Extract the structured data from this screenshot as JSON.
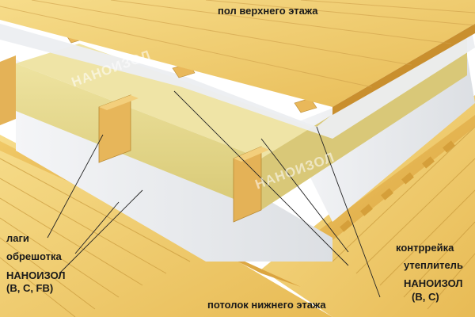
{
  "labels": {
    "top_floor": "пол верхнего этажа",
    "joists": "лаги",
    "lathing": "обрешотка",
    "nanoizol_left_title": "НАНОИЗОЛ",
    "nanoizol_left_types": "(B, C, FB)",
    "counter_rail": "контррейка",
    "insulation": "утеплитель",
    "nanoizol_right_title": "НАНОИЗОЛ",
    "nanoizol_right_types": "(B, C)",
    "lower_ceiling": "потолок нижнего этажа"
  },
  "watermark": "НАНОИЗОЛ",
  "colors": {
    "wood_light": "#f1cf72",
    "wood_mid": "#e2b24a",
    "wood_dark": "#c98f2e",
    "insulation": "#e6d98c",
    "membrane": "#e9ebee",
    "text": "#1a1a1a"
  }
}
